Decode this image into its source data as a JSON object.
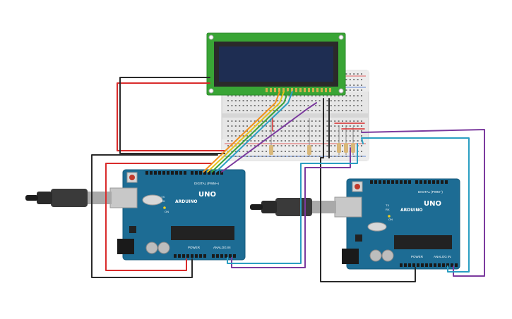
{
  "boards": [
    {
      "id": "arduino-left",
      "brand": "ARDUINO",
      "model": "UNO",
      "digital_label": "DIGITAL (PWM~)",
      "analog_label": "ANALOG IN",
      "power_label": "POWER",
      "led_labels": [
        "TX",
        "RX"
      ],
      "on_label": "ON"
    },
    {
      "id": "arduino-right",
      "brand": "ARDUINO",
      "model": "UNO",
      "digital_label": "DIGITAL (PWM~)",
      "analog_label": "ANALOG IN",
      "power_label": "POWER",
      "led_labels": [
        "TX",
        "RX"
      ],
      "on_label": "ON"
    }
  ],
  "colors": {
    "board": "#1d6c94",
    "lcd_pcb": "#39a535",
    "lcd_screen": "#1e2d52",
    "breadboard": "#e8e8e8",
    "wire_red": "#d92b2b",
    "wire_black": "#2a2a2a",
    "wire_blue": "#2a9ec2",
    "wire_purple": "#7b3a9e",
    "wire_orange": "#f0911d",
    "wire_yellow": "#e4c21b",
    "wire_green": "#3aa33a"
  }
}
